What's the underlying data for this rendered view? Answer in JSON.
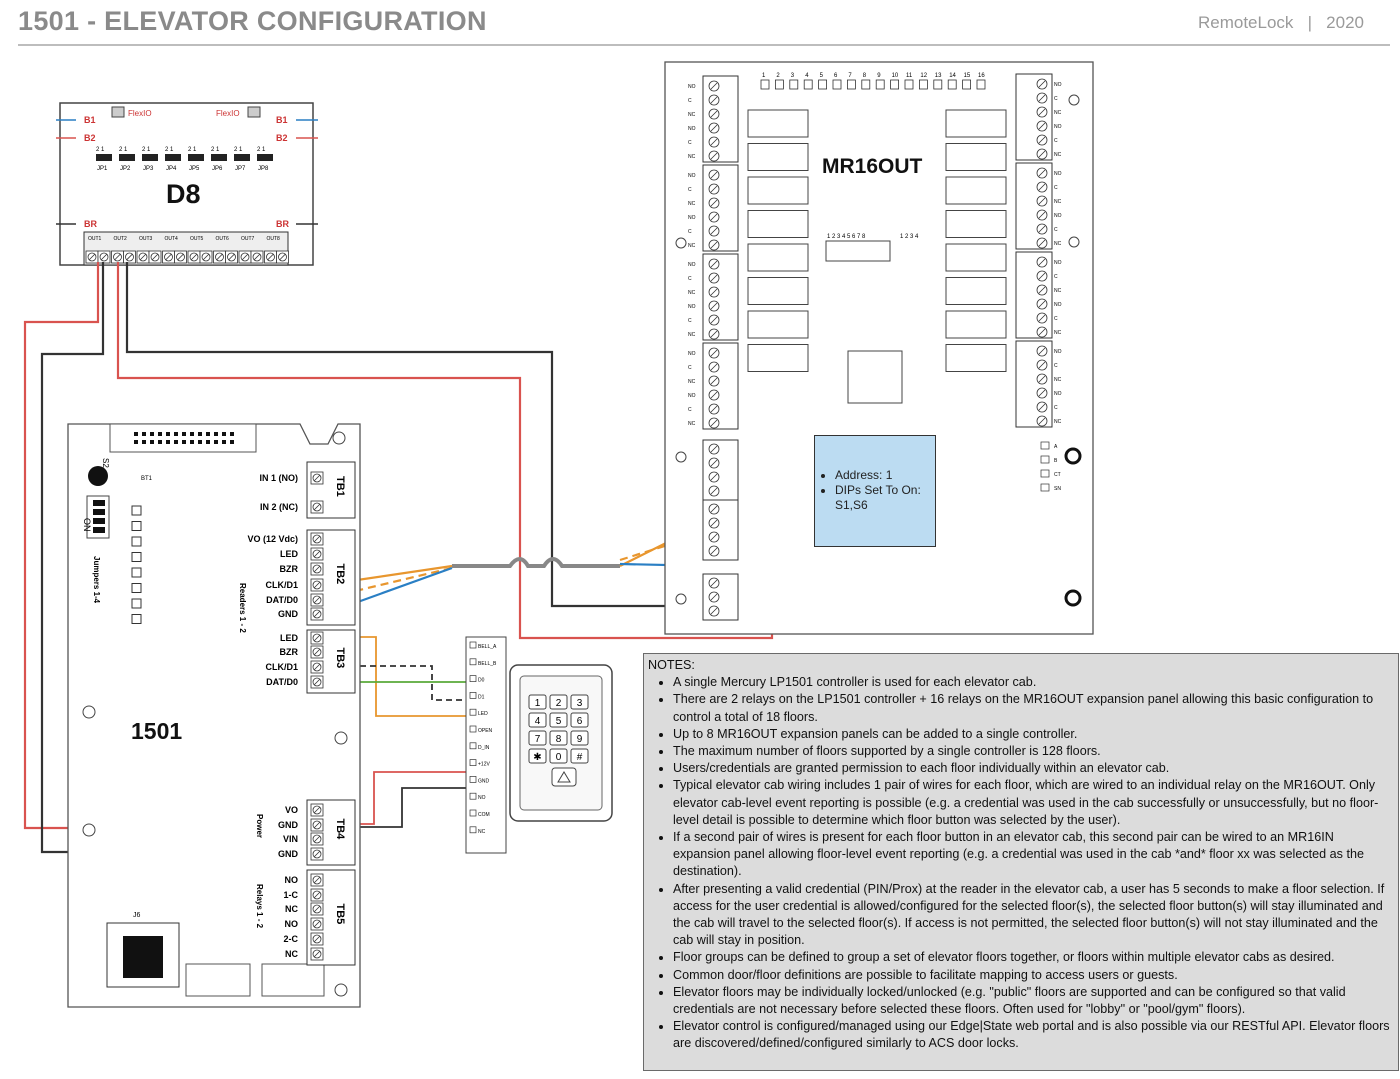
{
  "header": {
    "title": "1501 - ELEVATOR CONFIGURATION",
    "brand": "RemoteLock   |   2020"
  },
  "d8": {
    "name": "D8",
    "flexio_label": "FlexIO",
    "bus_left": [
      "B1",
      "B2",
      "BR"
    ],
    "bus_right": [
      "B1",
      "B2",
      "BR"
    ],
    "jumpers": [
      "JP1",
      "JP2",
      "JP3",
      "JP4",
      "JP5",
      "JP6",
      "JP7",
      "JP8"
    ],
    "jumper_pin_label": "2 1",
    "outputs": [
      "OUT1",
      "OUT2",
      "OUT3",
      "OUT4",
      "OUT5",
      "OUT6",
      "OUT7",
      "OUT8"
    ]
  },
  "mr16out": {
    "name": "MR16OUT",
    "relay_numbers": [
      "1",
      "2",
      "3",
      "4",
      "5",
      "6",
      "7",
      "8",
      "9",
      "10",
      "11",
      "12",
      "13",
      "14",
      "15",
      "16"
    ],
    "dip_label": "1 2 3 4 5 6 7 8",
    "dip_label_2": "1 2 3 4",
    "terminal_labels": [
      "NO",
      "C",
      "NC"
    ],
    "side_labels": [
      "A",
      "B",
      "CT",
      "SN"
    ]
  },
  "address_box": {
    "items": [
      "Address: 1",
      "DIPs Set To On: S1,S6"
    ]
  },
  "controller": {
    "name": "1501",
    "tb_labels": [
      "TB1",
      "TB2",
      "TB3",
      "TB4",
      "TB5"
    ],
    "tb1_terms": [
      "IN 1 (NO)",
      "IN 2 (NC)"
    ],
    "tb2_terms": [
      "VO (12 Vdc)",
      "LED",
      "BZR",
      "CLK/D1",
      "DAT/D0",
      "GND"
    ],
    "tb3_terms": [
      "LED",
      "BZR",
      "CLK/D1",
      "DAT/D0"
    ],
    "tb4_terms": [
      "VO",
      "GND",
      "VIN",
      "GND"
    ],
    "tb5_terms": [
      "NO",
      "1-C",
      "NC",
      "NO",
      "2-C",
      "NC"
    ],
    "readers_label": "Readers 1 - 2",
    "power_label": "Power",
    "relays_label": "Relays 1 - 2",
    "jumpers_label": "Jumpers 1-4",
    "on_label": "ON",
    "s2_label": "S2",
    "bt1_label": "BT1",
    "j6_label": "J6"
  },
  "reader": {
    "pins": [
      "BELL_A",
      "BELL_B",
      "D0",
      "D1",
      "LED",
      "OPEN",
      "D_IN",
      "+12V",
      "GND",
      "NO",
      "COM",
      "NC"
    ],
    "keys": [
      "1",
      "2",
      "3",
      "4",
      "5",
      "6",
      "7",
      "8",
      "9",
      "✱",
      "0",
      "#"
    ]
  },
  "notes": {
    "heading": "NOTES:",
    "items": [
      "A single Mercury LP1501 controller is used for each elevator cab.",
      "There are 2 relays on the LP1501 controller + 16 relays on the MR16OUT expansion panel allowing this basic configuration to control a total of 18 floors.",
      "Up to 8 MR16OUT expansion panels can be added to a single controller.",
      "The maximum number of floors supported by a single controller is 128 floors.",
      "Users/credentials are granted permission to each floor individually within an elevator cab.",
      "Typical elevator cab wiring includes 1 pair of wires for each floor, which are wired to an individual relay on the MR16OUT.  Only elevator cab-level event reporting is possible (e.g. a credential was used in the cab successfully or unsuccessfully, but no floor-level detail is possible to determine which floor button was selected by the user).",
      "If a second pair of wires is present for each floor button in an elevator cab, this second pair can be wired to an MR16IN expansion panel allowing floor-level event reporting (e.g. a credential was used in the cab *and* floor xx was selected as the destination).",
      "After presenting a valid credential (PIN/Prox) at the reader in the elevator cab, a user has 5 seconds to make a floor selection. If access for the user credential is allowed/configured for the selected floor(s), the selected floor button(s) will stay illuminated and the cab will travel to the selected floor(s). If access is not permitted, the selected floor button(s) will not stay illuminated and the cab will stay in position.",
      "Floor groups can be defined to group a set of elevator floors together, or floors within multiple elevator cabs as desired.",
      "Common door/floor definitions are possible to facilitate mapping to access users or guests.",
      "Elevator floors may be individually locked/unlocked (e.g. \"public\" floors are supported and can be configured so that valid credentials are not necessary before selected these floors.  Often used for \"lobby\" or \"pool/gym\" floors).",
      "Elevator control is configured/managed using our Edge|State web portal and is also possible via our RESTful API.  Elevator floors are discovered/defined/configured similarly to ACS door locks."
    ]
  },
  "colors": {
    "wire_red": "#d9534f",
    "wire_black": "#333333",
    "wire_orange": "#e8962e",
    "wire_blue": "#2a7fc4",
    "wire_green": "#5aaa3a",
    "address_fill": "#bcdcf2",
    "notes_fill": "#dcdcdc"
  }
}
